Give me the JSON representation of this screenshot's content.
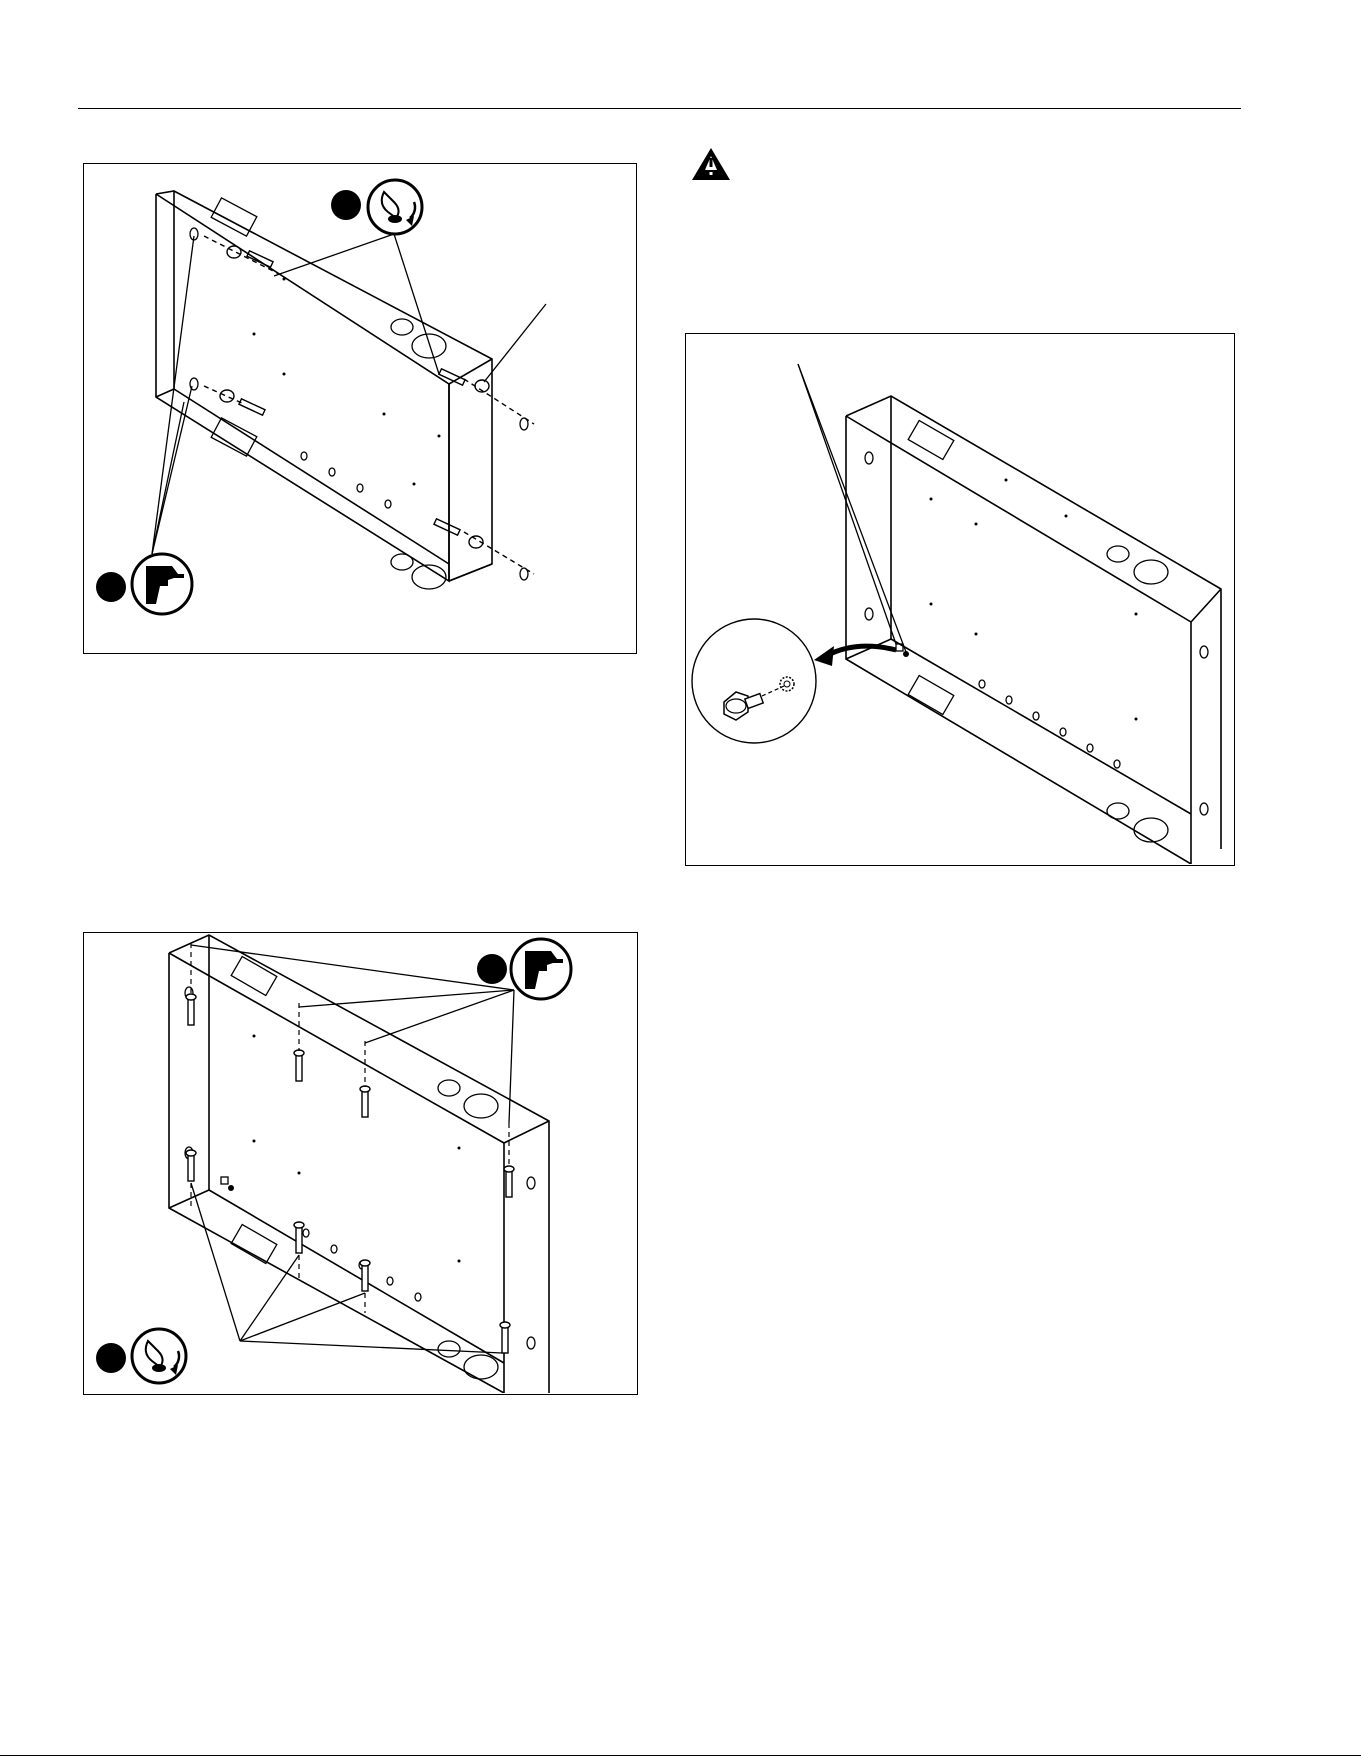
{
  "figures": [
    {
      "name": "figure-1-drill-and-anchor-side-walls",
      "tools": [
        "wrench-icon",
        "drill-icon"
      ]
    },
    {
      "name": "figure-2-ground-screw-detail",
      "tools": []
    },
    {
      "name": "figure-3-drill-and-screw-top-bottom",
      "tools": [
        "drill-icon",
        "wrench-icon"
      ]
    }
  ],
  "icons": {
    "warning": "warning-triangle-icon",
    "drill": "drill-icon",
    "wrench": "wrench-icon"
  },
  "colors": {
    "ink": "#000000",
    "paper": "#ffffff"
  }
}
